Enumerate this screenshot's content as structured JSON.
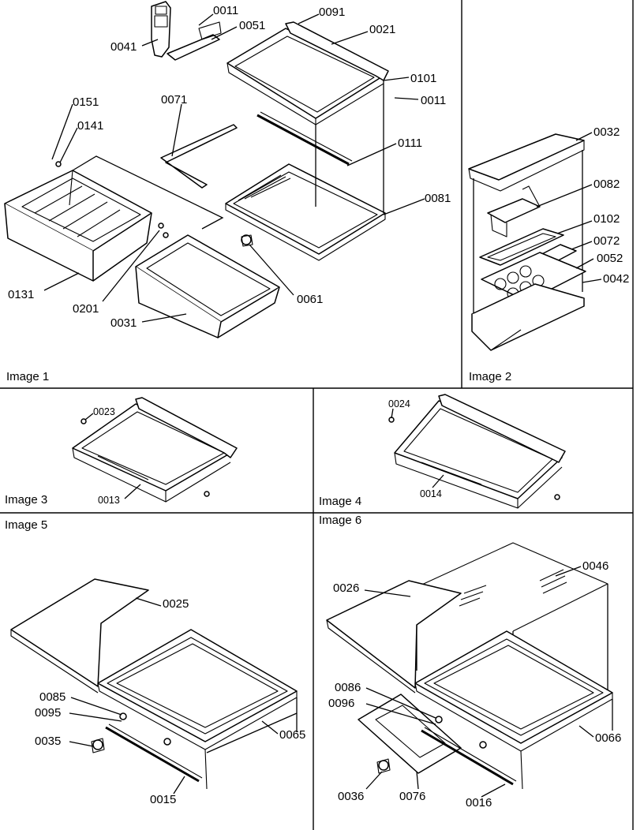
{
  "panels": [
    {
      "caption": "Image 1"
    },
    {
      "caption": "Image 2"
    },
    {
      "caption": "Image 3"
    },
    {
      "caption": "Image 4"
    },
    {
      "caption": "Image 5"
    },
    {
      "caption": "Image 6"
    }
  ],
  "callouts": {
    "p1": [
      "0011",
      "0051",
      "0091",
      "0021",
      "0041",
      "0101",
      "0011",
      "0151",
      "0141",
      "0071",
      "0111",
      "0081",
      "0131",
      "0201",
      "0031",
      "0061"
    ],
    "p2": [
      "0032",
      "0082",
      "0102",
      "0072",
      "0052",
      "0042"
    ],
    "p3": [
      "0023",
      "0013"
    ],
    "p4": [
      "0024",
      "0014"
    ],
    "p5": [
      "0025",
      "0085",
      "0095",
      "0035",
      "0065",
      "0015"
    ],
    "p6": [
      "0026",
      "0046",
      "0086",
      "0096",
      "0066",
      "0036",
      "0076",
      "0016"
    ]
  }
}
